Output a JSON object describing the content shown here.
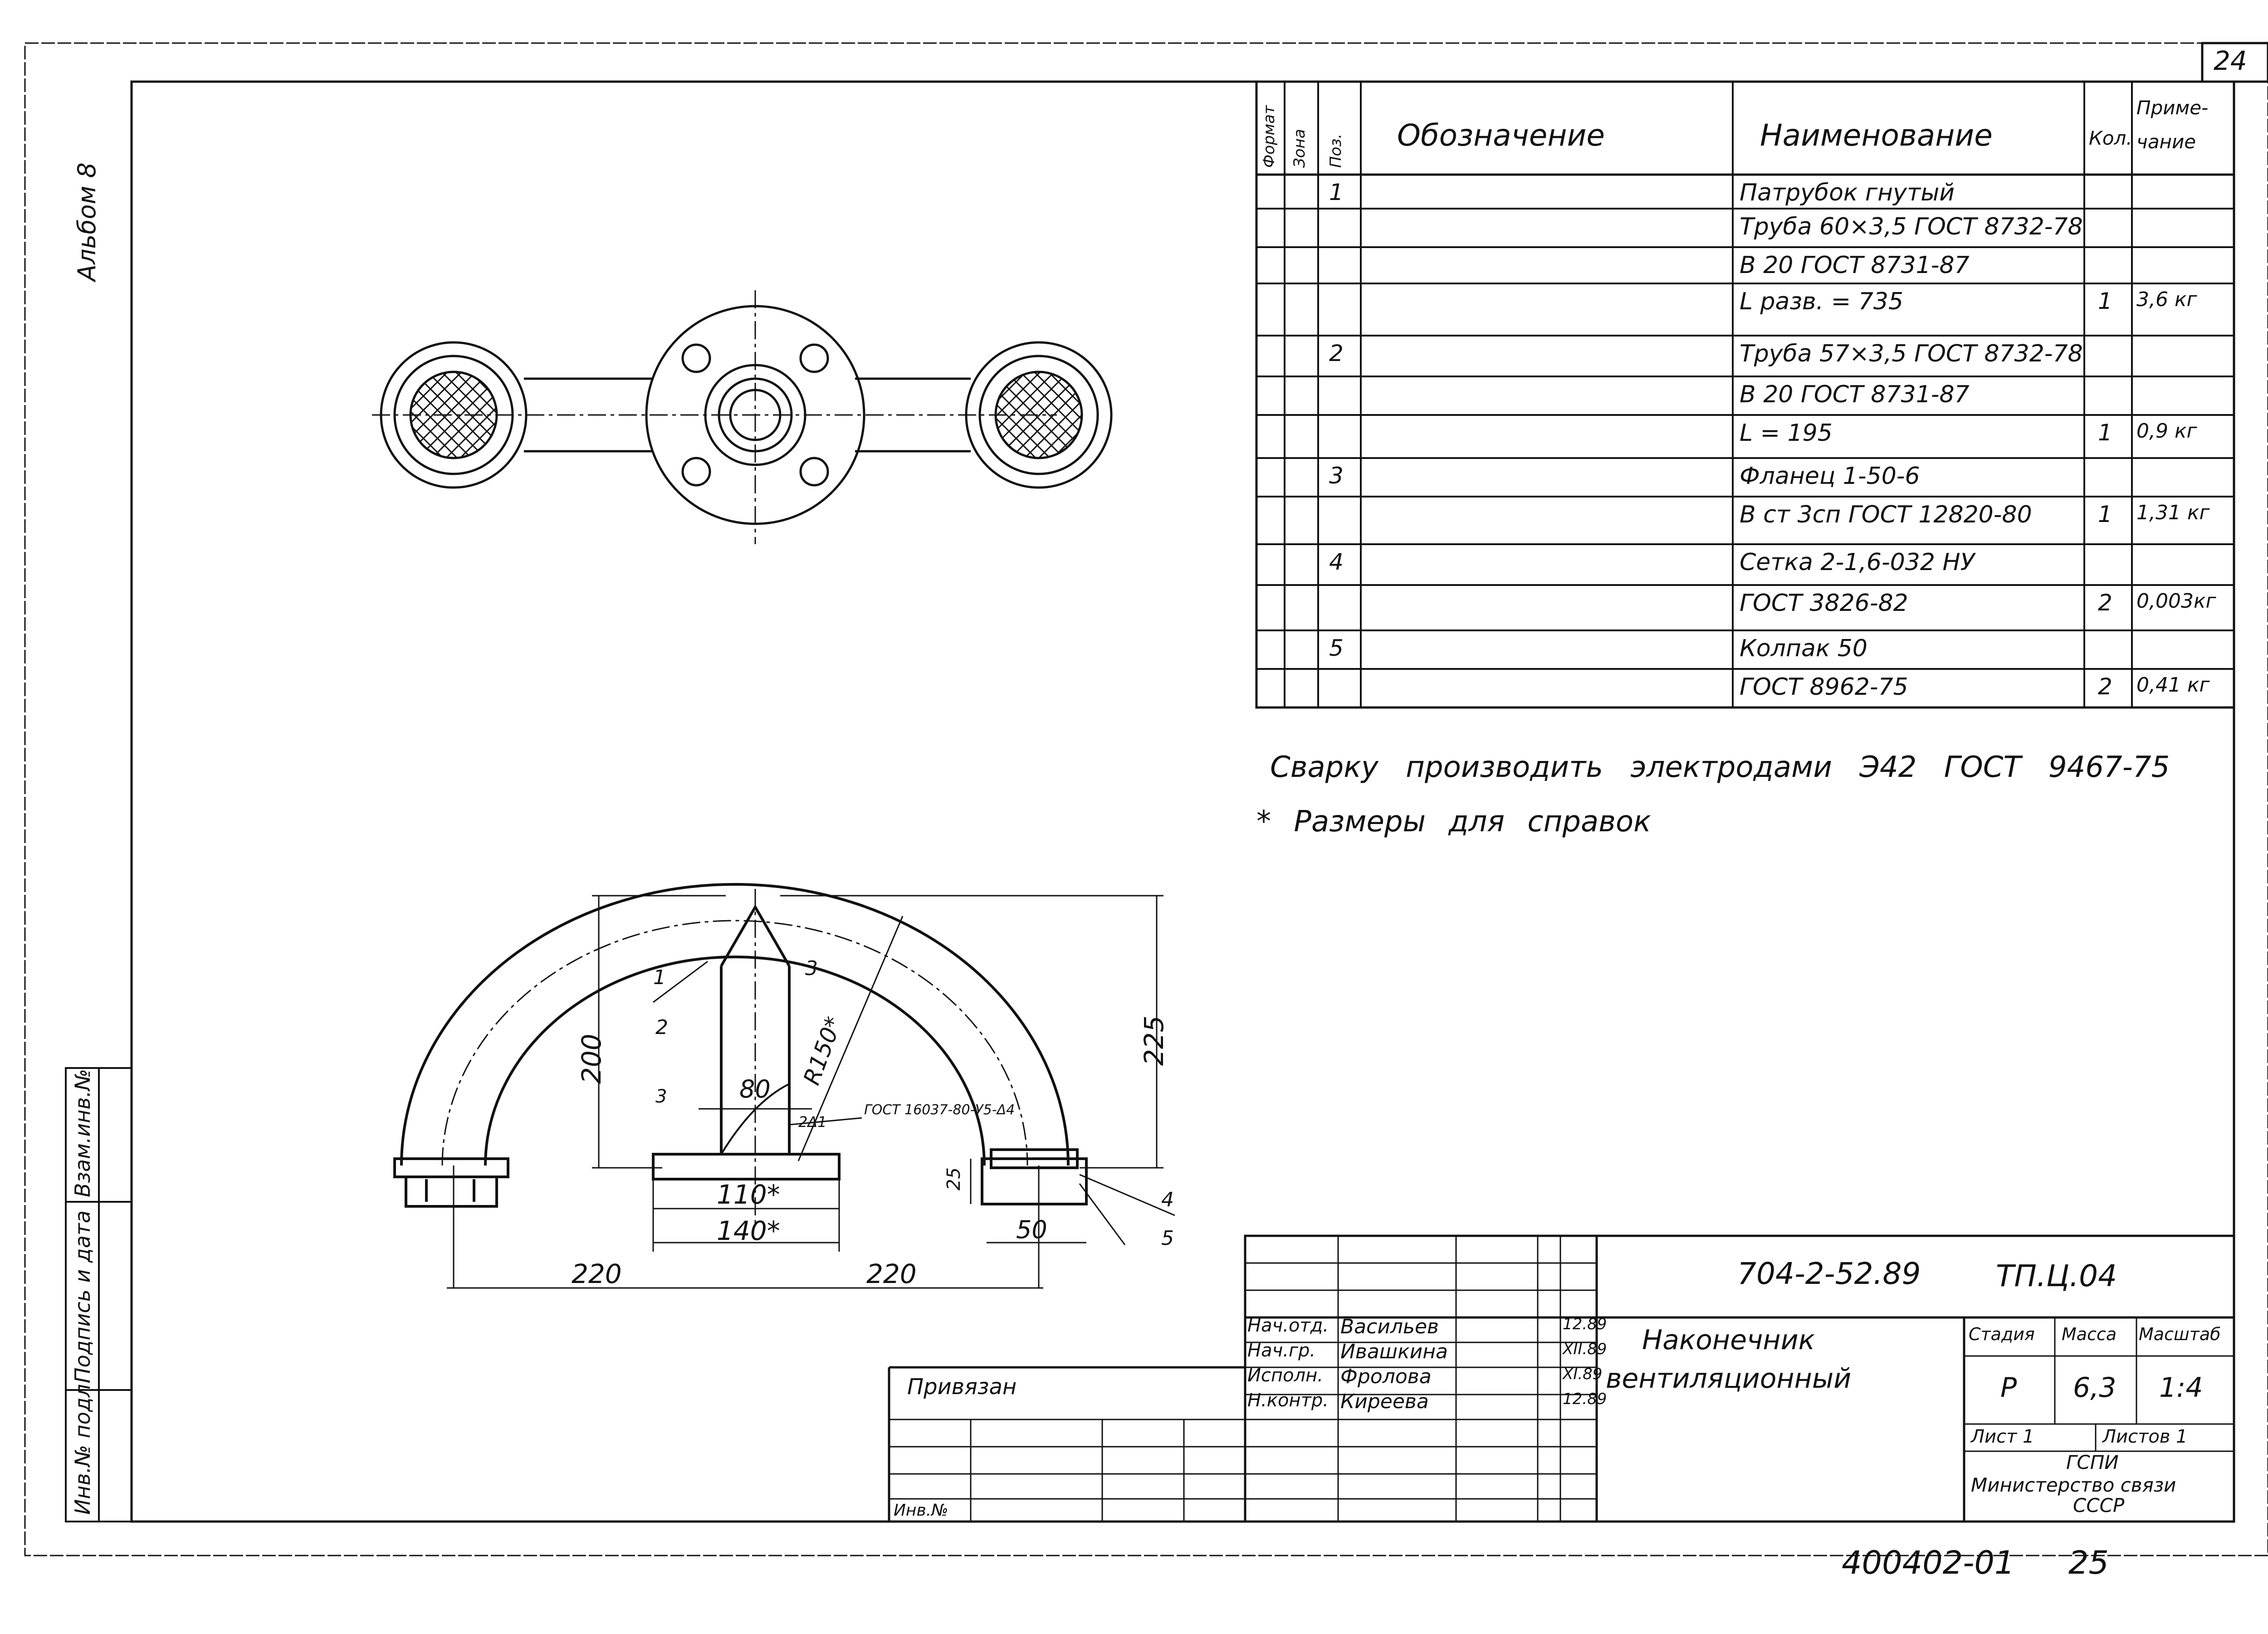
{
  "sheet": {
    "page_number": "24",
    "side_note": "Альбом 8",
    "bottom_code": "400402-01",
    "bottom_page": "25"
  },
  "spec_table": {
    "headers": {
      "format": "Формат",
      "zone": "Зона",
      "pos": "Поз.",
      "designation": "Обозначение",
      "name": "Наименование",
      "qty": "Кол.",
      "note": "Приме-\nчание"
    },
    "rows": [
      {
        "pos": "1",
        "name": "Патрубок гнутый",
        "qty": "",
        "note": ""
      },
      {
        "pos": "",
        "name": "Труба 60×3,5 ГОСТ 8732-78",
        "qty": "",
        "note": ""
      },
      {
        "pos": "",
        "name": "В 20 ГОСТ 8731-87",
        "qty": "",
        "note": ""
      },
      {
        "pos": "",
        "name": "L разв. = 735",
        "qty": "1",
        "note": "3,6 кг"
      },
      {
        "pos": "2",
        "name": "Труба 57×3,5 ГОСТ 8732-78",
        "qty": "",
        "note": ""
      },
      {
        "pos": "",
        "name": "В 20 ГОСТ 8731-87",
        "qty": "",
        "note": ""
      },
      {
        "pos": "",
        "name": "L = 195",
        "qty": "1",
        "note": "0,9 кг"
      },
      {
        "pos": "3",
        "name": "Фланец 1-50-6",
        "qty": "",
        "note": ""
      },
      {
        "pos": "",
        "name": "В ст 3сп ГОСТ 12820-80",
        "qty": "1",
        "note": "1,31 кг"
      },
      {
        "pos": "4",
        "name": "Сетка 2-1,6-032 НУ",
        "qty": "",
        "note": ""
      },
      {
        "pos": "",
        "name": "ГОСТ 3826-82",
        "qty": "2",
        "note": "0,003кг"
      },
      {
        "pos": "5",
        "name": "Колпак 50",
        "qty": "",
        "note": ""
      },
      {
        "pos": "",
        "name": "ГОСТ 8962-75",
        "qty": "2",
        "note": "0,41 кг"
      }
    ]
  },
  "notes": {
    "line1": "Сварку производить электродами Э42 ГОСТ 9467-75",
    "line2": "* Размеры для справок"
  },
  "drawing": {
    "dim_220_left": "220",
    "dim_220_right": "220",
    "dim_225": "225",
    "dim_200": "200",
    "dim_80": "80",
    "dim_110": "110*",
    "dim_140": "140*",
    "dim_50": "50",
    "dim_25": "25",
    "dim_3": "3",
    "dim_r150": "R150*",
    "weld_label": "ГОСТ 16037-80-У5-Δ4",
    "weld_size": "2Δ1",
    "leader_1": "1",
    "leader_2": "2",
    "leader_3": "3",
    "leader_4": "4",
    "leader_5": "5"
  },
  "title_block": {
    "doc_code": "704-2-52.89",
    "series": "ТП.Ц.04",
    "title_line1": "Наконечник",
    "title_line2": "вентиляционный",
    "stage_label": "Стадия",
    "mass_label": "Масса",
    "scale_label": "Масштаб",
    "stage": "Р",
    "mass": "6,3",
    "scale": "1:4",
    "sheet_label": "Лист 1",
    "sheets_label": "Листов 1",
    "org_line1": "ГСПИ",
    "org_line2": "Министерство связи",
    "org_line3": "СССР",
    "privyazan": "Привязан",
    "inv_no": "Инв.№",
    "roles": [
      {
        "role": "Нач.отд.",
        "name": "Васильев",
        "date": "12.89"
      },
      {
        "role": "Нач.гр.",
        "name": "Ивашкина",
        "date": "XII.89"
      },
      {
        "role": "Исполн.",
        "name": "Фролова",
        "date": "XI.89"
      },
      {
        "role": "Н.контр.",
        "name": "Киреева",
        "date": "12.89"
      }
    ],
    "side_labels": [
      "Инв.№ подл.",
      "Подпись и дата",
      "Взам.инв.№"
    ]
  }
}
